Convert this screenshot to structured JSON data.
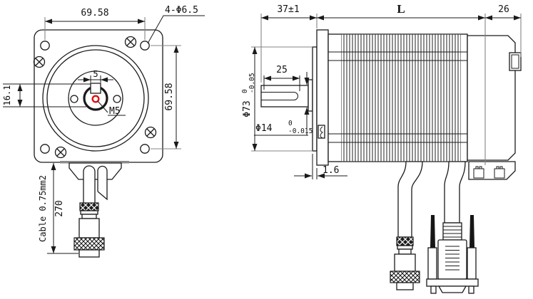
{
  "front": {
    "dim_hole_spacing_h": "69.58",
    "dim_hole_spacing_v": "69.58",
    "holes_label": "4-Φ6.5",
    "dim_keyway_width": "5",
    "dim_key_height": "16.1",
    "shaft_tap_label": "M5",
    "cable_spec": "Cable 0.75mm2",
    "dim_cable_length": "270"
  },
  "side": {
    "dim_shaft_length": "37±1",
    "dim_body_length": "L",
    "dim_rear_length": "26",
    "dim_keyway_length": "25",
    "dim_pilot_dia": "Φ73",
    "pilot_tol_upper": "0",
    "pilot_tol_lower": "-0.05",
    "dim_shaft_dia": "Φ14",
    "shaft_tol_upper": "0",
    "shaft_tol_lower": "-0.015",
    "dim_pilot_height": "1.6"
  },
  "colors": {
    "line": "#1a1a1a",
    "extension": "#848484",
    "accent_red": "#dd1111",
    "background": "#ffffff"
  }
}
